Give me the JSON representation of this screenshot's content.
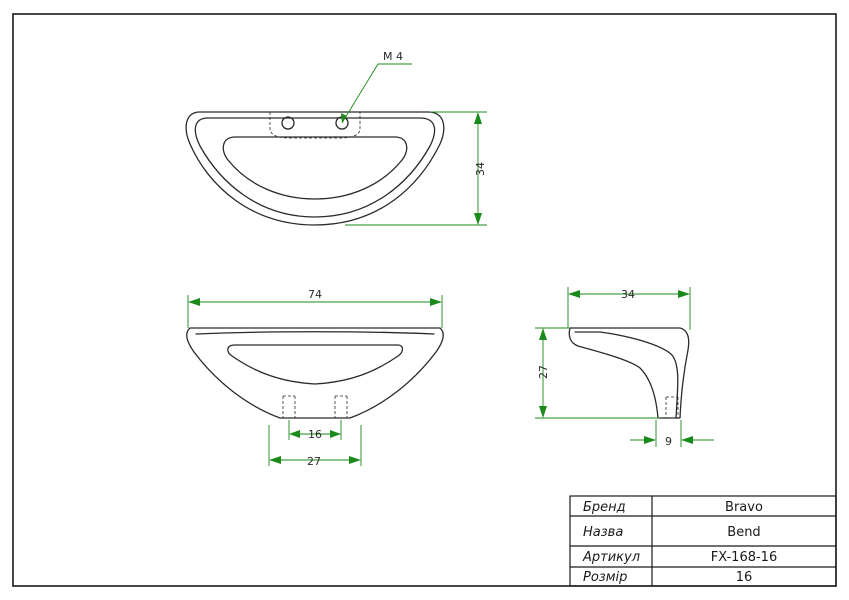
{
  "dimensions": {
    "thread": "M 4",
    "height_top": "34",
    "width": "74",
    "hole_spacing": "16",
    "outer_spacing": "27",
    "depth": "34",
    "side_height": "27",
    "leg_width": "9"
  },
  "title_block": {
    "rows": [
      {
        "label": "Бренд",
        "value": "Bravo"
      },
      {
        "label": "Назва",
        "value": "Bend"
      },
      {
        "label": "Артикул",
        "value": "FX-168-16"
      },
      {
        "label": "Розмір",
        "value": "16"
      }
    ]
  },
  "colors": {
    "dimension": "#1a8a1a",
    "outline": "#2a2a2a"
  }
}
